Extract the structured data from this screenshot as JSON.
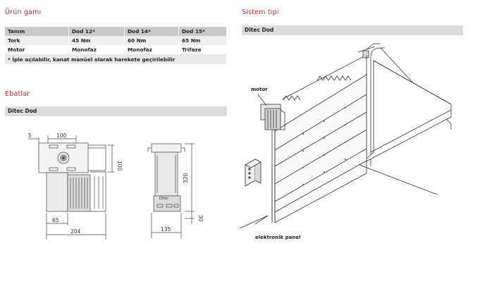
{
  "left": {
    "product_title": "Ürün gamı",
    "table": {
      "headers": [
        "Tanım",
        "Dod 12*",
        "Dod 14*",
        "Dod 15*"
      ],
      "rows": [
        [
          "Tork",
          "45 Nm",
          "60 Nm",
          "65 Nm"
        ],
        [
          "Motor",
          "Monofaz",
          "Monofaz",
          "Trifaze"
        ]
      ],
      "note": "* İple açılabilir, kanat manüel olarak harekete geçirilebilir"
    },
    "dimensions_title": "Ebatlar",
    "dimensions_subtitle": "Ditec Dod",
    "dims": {
      "d5": "5",
      "d100_top": "100",
      "d100_side": "100",
      "d65": "65",
      "d204": "204",
      "d320": "320",
      "d30": "30",
      "d135": "135",
      "brand": "Ditec"
    }
  },
  "right": {
    "system_title": "Sistem tipi",
    "system_subtitle": "Ditec Dod",
    "labels": {
      "motor": "motor",
      "panel": "elektronik panel"
    }
  }
}
